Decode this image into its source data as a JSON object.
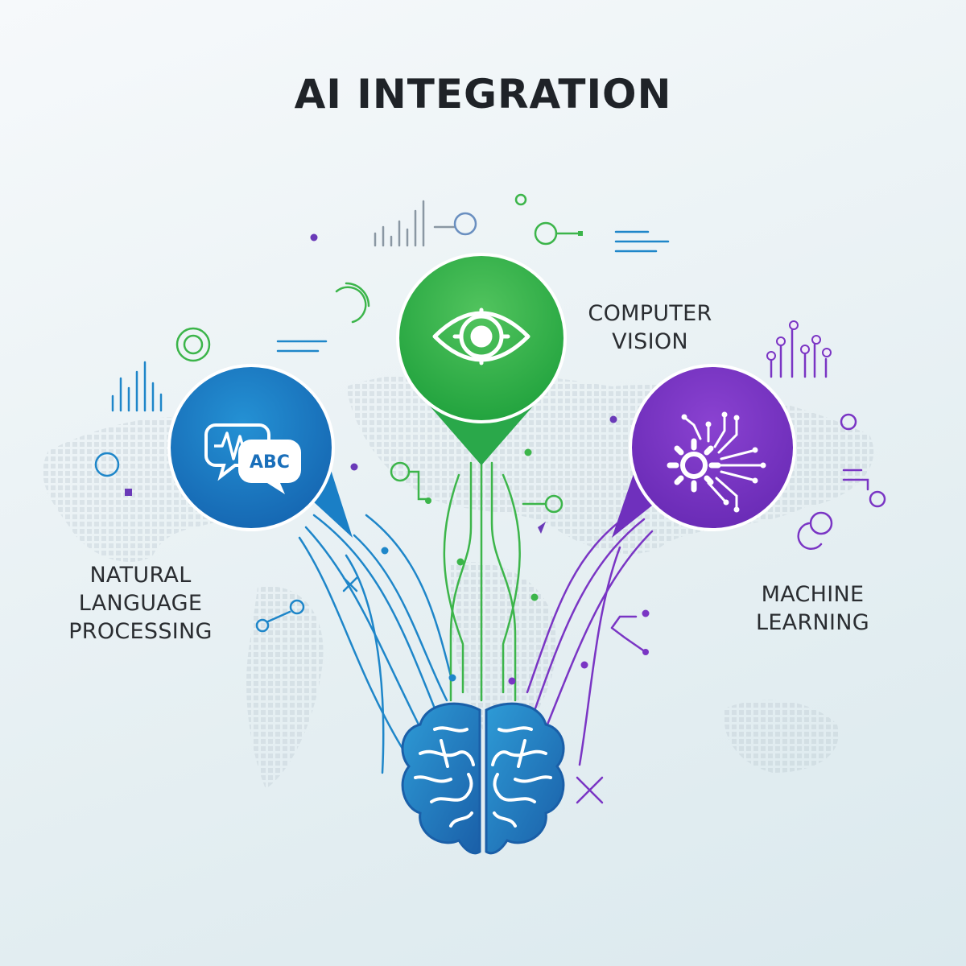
{
  "title": "AI INTEGRATION",
  "nodes": [
    {
      "label": "COMPUTER\nVISION",
      "icon": "eye-icon",
      "color": "#3cb54a"
    },
    {
      "label": "NATURAL\nLANGUAGE\nPROCESSING",
      "icon": "speech-bubbles-icon",
      "icon_text": "ABC",
      "color": "#1e7fc7"
    },
    {
      "label": "MACHINE\nLEARNING",
      "icon": "gear-circuit-icon",
      "color": "#7a35c4"
    }
  ],
  "center": {
    "icon": "brain-icon",
    "color": "#2a86c6"
  }
}
